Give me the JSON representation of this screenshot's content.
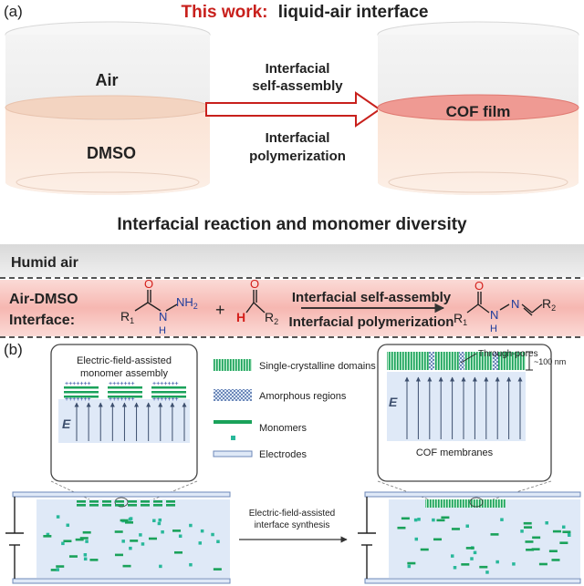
{
  "panel_a": {
    "label": "(a)",
    "title_highlight": "This work:",
    "title_rest": "liquid-air interface",
    "left_beaker": {
      "top_label": "Air",
      "bottom_label": "DMSO"
    },
    "right_beaker": {
      "film_label": "COF film"
    },
    "arrow_top_line1": "Interfacial",
    "arrow_top_line2": "self-assembly",
    "arrow_bottom_line1": "Interfacial",
    "arrow_bottom_line2": "polymerization",
    "section_title": "Interfacial reaction and monomer diversity",
    "humid_air": "Humid air",
    "interface_line1": "Air-DMSO",
    "interface_line2": "Interface:",
    "reaction_top": "Interfacial self-assembly",
    "reaction_bottom": "Interfacial polymerization",
    "plus": "+",
    "chem": {
      "o": "O",
      "n": "N",
      "h": "H",
      "nh2": "NH",
      "sub2": "2",
      "r1": "R",
      "r1_sub": "1",
      "r2": "R",
      "r2_sub": "2"
    },
    "colors": {
      "title_red": "#c8201c",
      "nitrogen_blue": "#1f3d9c",
      "oxygen_red": "#d4201c"
    }
  },
  "panel_b": {
    "label": "(b)",
    "left_zoom_title_line1": "Electric-field-assisted",
    "left_zoom_title_line2": "monomer assembly",
    "field_symbol": "E",
    "legend": [
      {
        "label": "Single-crystalline domains"
      },
      {
        "label": "Amorphous regions"
      },
      {
        "label": "Monomers"
      },
      {
        "label": "Electrodes"
      }
    ],
    "through_pores": "Through-pores",
    "thickness": "~100 nm",
    "right_zoom_caption": "COF membranes",
    "process_line1": "Electric-field-assisted",
    "process_line2": "interface synthesis",
    "colors": {
      "green": "#1aa25a",
      "teal": "#28b89a",
      "cell_blue": "#dfe9f7"
    }
  }
}
